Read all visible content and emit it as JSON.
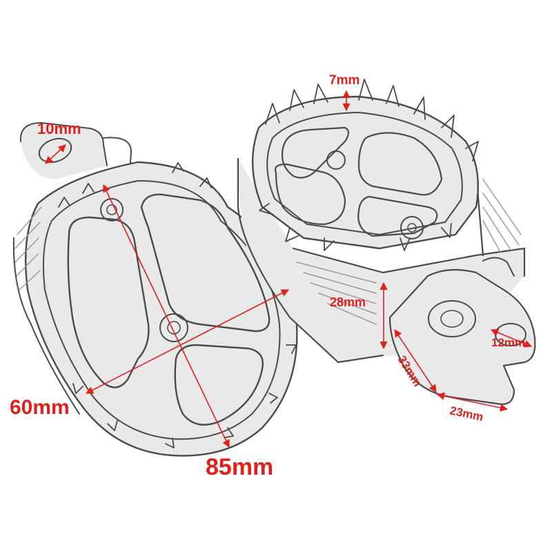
{
  "colors": {
    "dimension": "#e0201b",
    "sketch": "#4a4a4a",
    "background": "#ffffff"
  },
  "dimensions": {
    "left_width": "60mm",
    "left_length": "85mm",
    "left_hole": "10mm",
    "right_teeth": "7mm",
    "right_height": "28mm",
    "right_mount_diag": "33mm",
    "right_mount_width": "23mm",
    "right_hole": "12mm"
  }
}
